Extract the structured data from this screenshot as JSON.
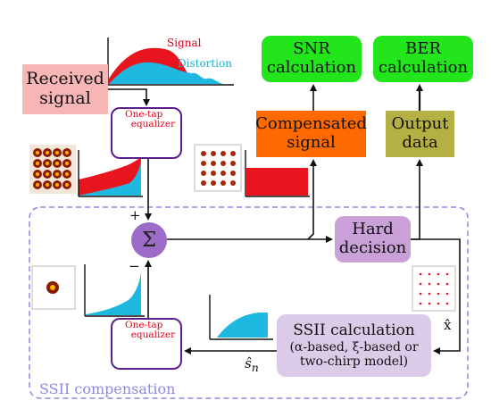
{
  "received": {
    "line1": "Received",
    "line2": "signal"
  },
  "snr": {
    "line1": "SNR",
    "line2": "calculation"
  },
  "ber": {
    "line1": "BER",
    "line2": "calculation"
  },
  "compensated": {
    "line1": "Compensated",
    "line2": "signal"
  },
  "output": {
    "line1": "Output",
    "line2": "data"
  },
  "hard_decision": {
    "line1": "Hard",
    "line2": "decision"
  },
  "ssii_calc": {
    "line1": "SSII calculation",
    "line2": "(α-based, ξ-based or",
    "line3": "two-chirp model)"
  },
  "equalizer": {
    "line1": "One-tap",
    "line2": "equalizer"
  },
  "spectrum_labels": {
    "signal": "Signal",
    "distortion": "Distortion"
  },
  "sum_symbol": "Σ",
  "plus": "+",
  "minus": "−",
  "x_hat": "x̂",
  "s_hat": "ŝ",
  "s_hat_sub": "n",
  "region_label": "SSII compensation",
  "colors": {
    "received_box": "#f7b5b5",
    "calc_box": "#22e51b",
    "compensated_box": "#ff6a00",
    "output_box": "#b5b043",
    "hard_decision_box": "#c9a0d8",
    "ssii_calc_box": "#dccbe8",
    "sum_node": "#9b6bc7",
    "equalizer_border": "#5a1f8c",
    "signal_red": "#e8141e",
    "distortion_cyan": "#1fb8e0",
    "dashed_region": "#8a8ae6"
  }
}
